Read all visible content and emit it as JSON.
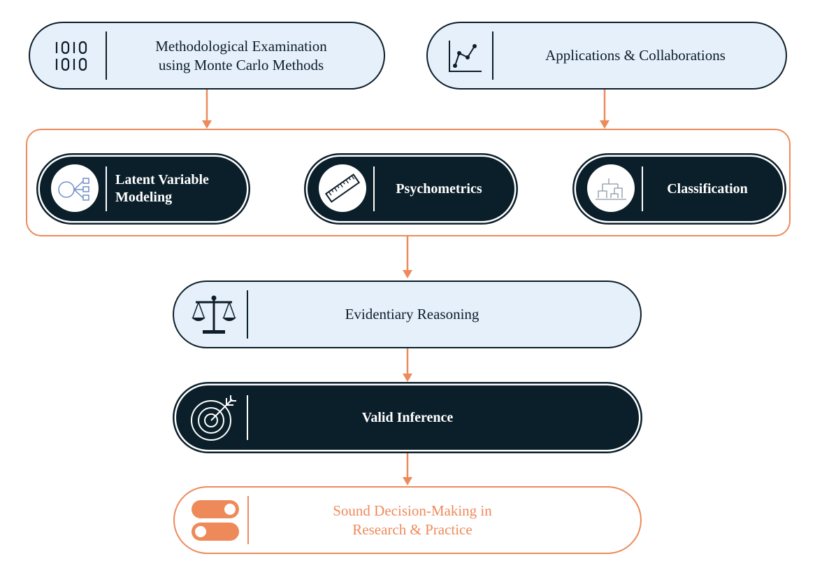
{
  "colors": {
    "dark_navy": "#0b1f2a",
    "light_blue": "#e5f0fb",
    "accent_orange": "#ee8a5a"
  },
  "nodes": {
    "methodological": {
      "label": "Methodological Examination\nusing Monte Carlo Methods",
      "icon": "binary-code-icon"
    },
    "applications": {
      "label": "Applications & Collaborations",
      "icon": "line-chart-icon"
    },
    "latent": {
      "label": "Latent Variable\nModeling",
      "icon": "network-diagram-icon"
    },
    "psychometrics": {
      "label": "Psychometrics",
      "icon": "ruler-icon"
    },
    "classification": {
      "label": "Classification",
      "icon": "dendrogram-icon"
    },
    "evidentiary": {
      "label": "Evidentiary Reasoning",
      "icon": "balance-scale-icon"
    },
    "valid": {
      "label": "Valid Inference",
      "icon": "target-arrow-icon"
    },
    "sound": {
      "label": "Sound Decision-Making in\nResearch & Practice",
      "icon": "toggle-switch-icon"
    }
  }
}
